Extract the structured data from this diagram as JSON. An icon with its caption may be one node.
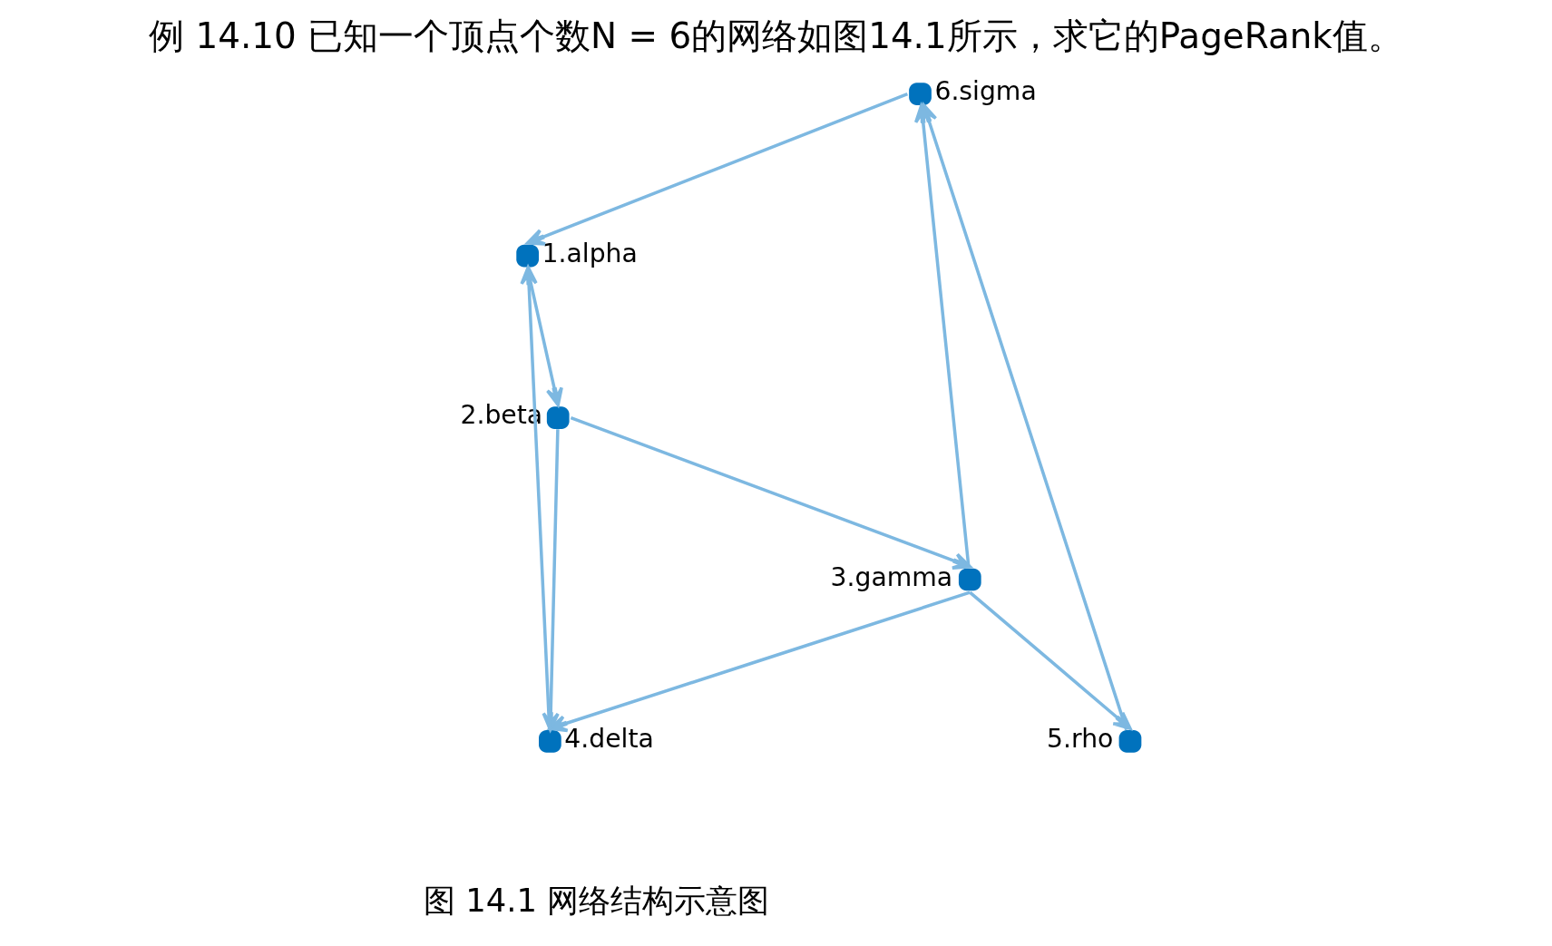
{
  "diagram": {
    "title": "例 14.10 已知一个顶点个数N = 6的网络如图14.1所示，求它的PageRank值。",
    "caption": "图 14.1 网络结构示意图",
    "nodes": [
      {
        "text": [],
        "shape": "circle",
        "beside": [
          "6.sigma"
        ]
      },
      {
        "text": [],
        "shape": "circle",
        "beside": [
          "5.rho"
        ]
      },
      {
        "text": [],
        "shape": "circle",
        "beside": [
          "1.alpha"
        ]
      },
      {
        "text": [],
        "shape": "circle",
        "beside": [
          "3.gamma"
        ]
      },
      {
        "text": [],
        "shape": "circle",
        "beside": [
          "2.beta"
        ]
      },
      {
        "text": [],
        "shape": "circle",
        "beside": [
          "4.delta"
        ]
      }
    ],
    "edges": [
      {
        "from": 1,
        "to": 0,
        "arrow": "to"
      },
      {
        "from": 0,
        "to": 2,
        "arrow": "to"
      },
      {
        "from": 3,
        "to": 0,
        "arrow": "to"
      },
      {
        "from": 3,
        "to": 1,
        "arrow": "to"
      },
      {
        "from": 2,
        "to": 4,
        "arrow": "to"
      },
      {
        "from": 5,
        "to": 2,
        "arrow": "to"
      },
      {
        "from": 4,
        "to": 3,
        "arrow": "to"
      },
      {
        "from": 3,
        "to": 5,
        "arrow": "to"
      },
      {
        "from": 4,
        "to": 5,
        "arrow": "to"
      }
    ]
  }
}
